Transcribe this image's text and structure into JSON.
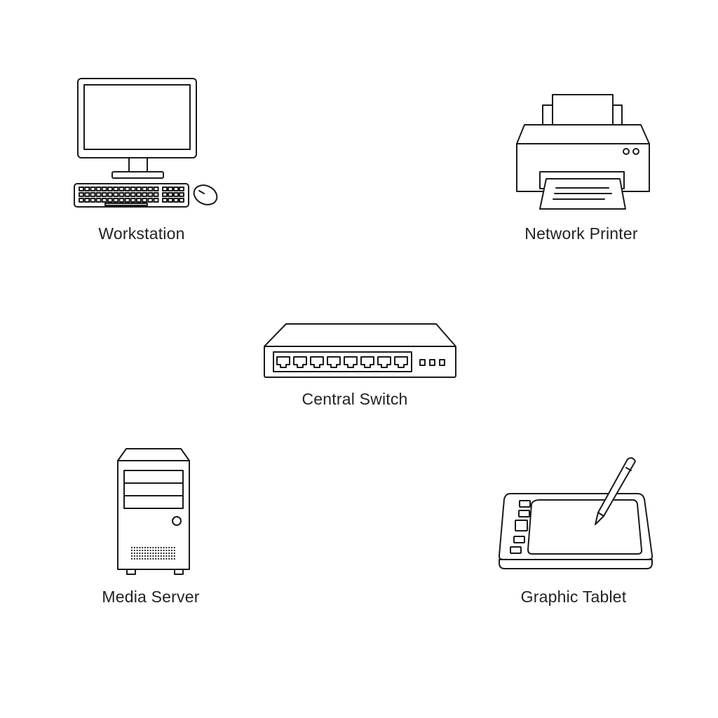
{
  "nodes": {
    "workstation": {
      "label": "Workstation",
      "icon": "desktop-computer-icon"
    },
    "printer": {
      "label": "Network Printer",
      "icon": "printer-icon"
    },
    "switch": {
      "label": "Central Switch",
      "icon": "network-switch-icon",
      "ports": 8,
      "leds": 3
    },
    "server": {
      "label": "Media Server",
      "icon": "tower-server-icon"
    },
    "tablet": {
      "label": "Graphic Tablet",
      "icon": "drawing-tablet-icon"
    }
  }
}
